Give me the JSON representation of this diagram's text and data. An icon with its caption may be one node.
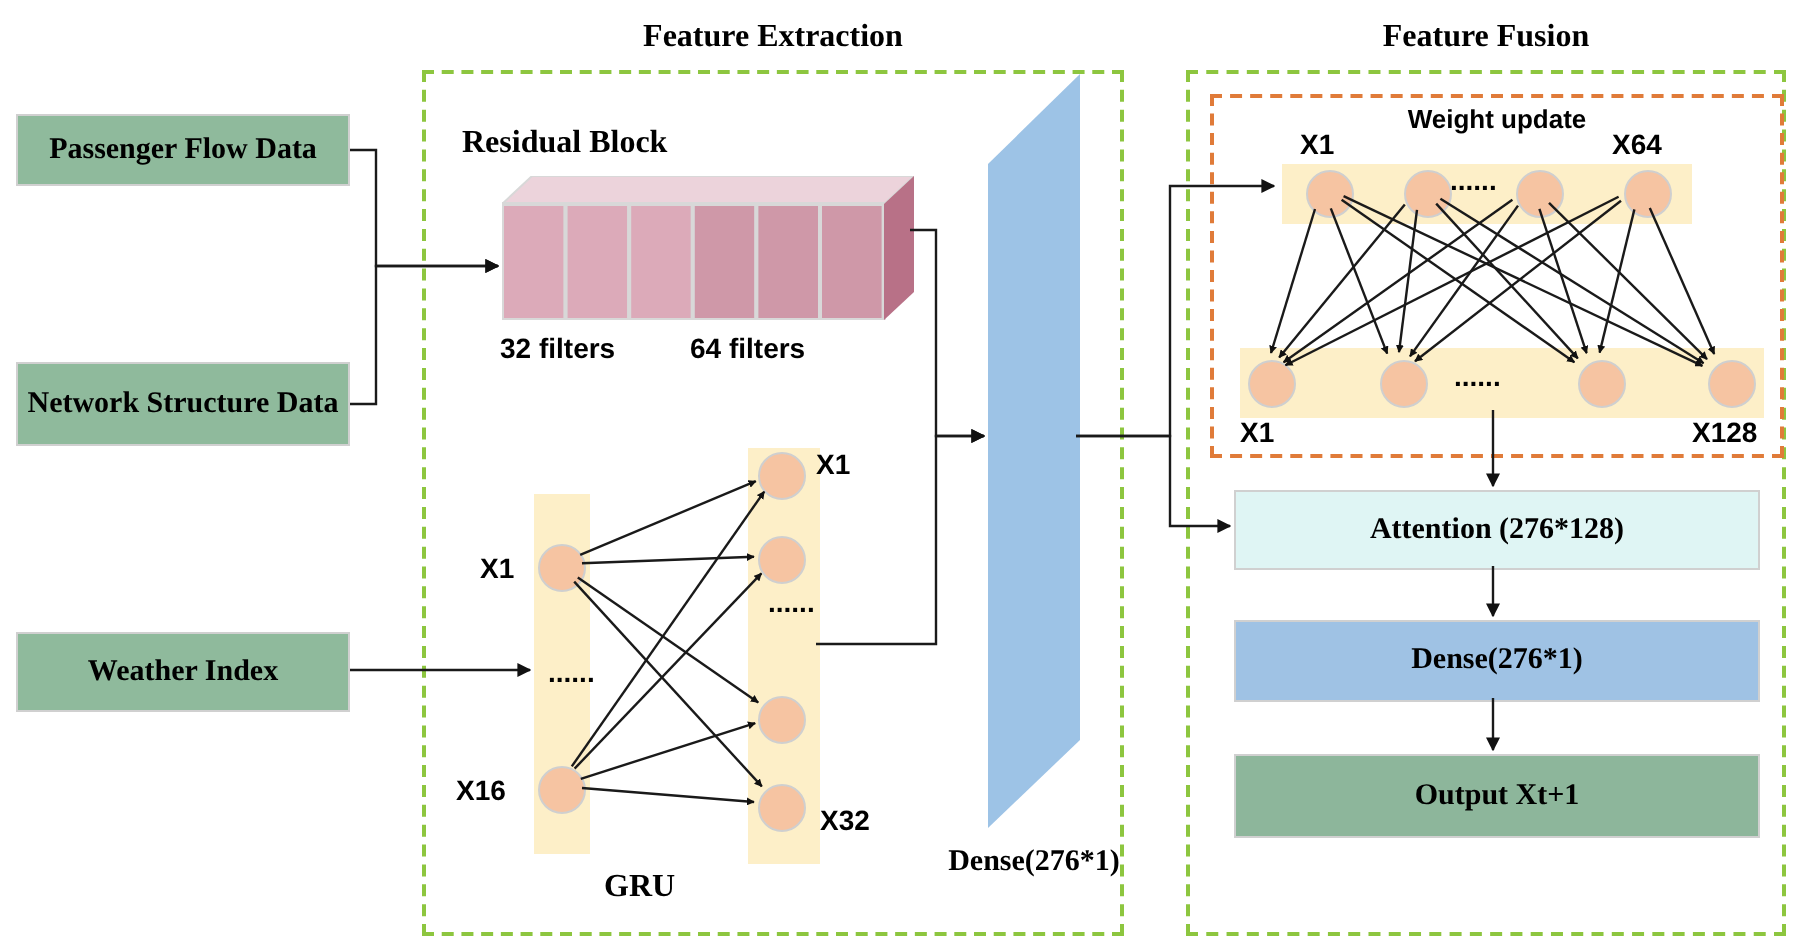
{
  "diagram": {
    "nodes": [
      {
        "text": [
          "Passenger Flow Data"
        ]
      },
      {
        "text": [
          "Network Structure Data"
        ]
      },
      {
        "text": [
          "Weather Index"
        ]
      },
      {
        "text": [
          "Feature Extraction"
        ]
      },
      {
        "text": [
          "Residual Block"
        ],
        "in": 3,
        "beside": [
          "32 filters",
          "64 filters"
        ]
      },
      {
        "text": [],
        "shape": "bar",
        "in": 3
      },
      {
        "text": [],
        "shape": "circle",
        "in": 5,
        "beside": [
          "X1"
        ]
      },
      {
        "text": [],
        "shape": "circle",
        "in": 5,
        "beside": [
          "X16"
        ]
      },
      {
        "text": [],
        "shape": "bar",
        "in": 3
      },
      {
        "text": [],
        "shape": "circle",
        "in": 8,
        "beside": [
          "X1"
        ]
      },
      {
        "text": [],
        "shape": "circle",
        "in": 8
      },
      {
        "text": [],
        "shape": "circle",
        "in": 8
      },
      {
        "text": [],
        "shape": "circle",
        "in": 8,
        "beside": [
          "X32"
        ]
      },
      {
        "text": [
          "Dense(276*1)"
        ],
        "in": 3
      },
      {
        "text": [
          "Feature Fusion"
        ]
      },
      {
        "text": [
          "Weight update"
        ],
        "in": 14
      },
      {
        "text": [],
        "shape": "bar",
        "in": 15
      },
      {
        "text": [],
        "shape": "circle",
        "in": 16,
        "beside": [
          "X1"
        ]
      },
      {
        "text": [],
        "shape": "circle",
        "in": 16
      },
      {
        "text": [],
        "shape": "circle",
        "in": 16
      },
      {
        "text": [],
        "shape": "circle",
        "in": 16,
        "beside": [
          "X64"
        ]
      },
      {
        "text": [],
        "shape": "bar",
        "in": 15
      },
      {
        "text": [],
        "shape": "circle",
        "in": 21,
        "beside": [
          "X1"
        ]
      },
      {
        "text": [],
        "shape": "circle",
        "in": 21
      },
      {
        "text": [],
        "shape": "circle",
        "in": 21
      },
      {
        "text": [],
        "shape": "circle",
        "in": 21,
        "beside": [
          "X128"
        ]
      },
      {
        "text": [
          "Attention (276*128)"
        ],
        "in": 14
      },
      {
        "text": [
          "Dense(276*1)"
        ],
        "in": 14
      },
      {
        "text": [
          "Output Xt+1"
        ],
        "in": 14
      }
    ],
    "edges": [
      {
        "from": 0,
        "to": 4,
        "arrow": "to"
      },
      {
        "from": 1,
        "to": 4,
        "arrow": "to"
      },
      {
        "from": 2,
        "to": 5,
        "arrow": "to"
      },
      {
        "from": 6,
        "to": 9,
        "arrow": "to"
      },
      {
        "from": 6,
        "to": 10,
        "arrow": "to"
      },
      {
        "from": 6,
        "to": 11,
        "arrow": "to"
      },
      {
        "from": 6,
        "to": 12,
        "arrow": "to"
      },
      {
        "from": 7,
        "to": 9,
        "arrow": "to"
      },
      {
        "from": 7,
        "to": 10,
        "arrow": "to"
      },
      {
        "from": 7,
        "to": 11,
        "arrow": "to"
      },
      {
        "from": 7,
        "to": 12,
        "arrow": "to"
      },
      {
        "from": 4,
        "to": 13,
        "arrow": "to"
      },
      {
        "from": 8,
        "to": 13,
        "arrow": "to"
      },
      {
        "from": 13,
        "to": 16,
        "arrow": "to"
      },
      {
        "from": 13,
        "to": 26,
        "arrow": "to"
      },
      {
        "from": 17,
        "to": 22,
        "arrow": "to"
      },
      {
        "from": 17,
        "to": 23,
        "arrow": "to"
      },
      {
        "from": 17,
        "to": 24,
        "arrow": "to"
      },
      {
        "from": 17,
        "to": 25,
        "arrow": "to"
      },
      {
        "from": 18,
        "to": 22,
        "arrow": "to"
      },
      {
        "from": 18,
        "to": 23,
        "arrow": "to"
      },
      {
        "from": 18,
        "to": 24,
        "arrow": "to"
      },
      {
        "from": 18,
        "to": 25,
        "arrow": "to"
      },
      {
        "from": 19,
        "to": 22,
        "arrow": "to"
      },
      {
        "from": 19,
        "to": 23,
        "arrow": "to"
      },
      {
        "from": 19,
        "to": 24,
        "arrow": "to"
      },
      {
        "from": 19,
        "to": 25,
        "arrow": "to"
      },
      {
        "from": 20,
        "to": 22,
        "arrow": "to"
      },
      {
        "from": 20,
        "to": 23,
        "arrow": "to"
      },
      {
        "from": 20,
        "to": 24,
        "arrow": "to"
      },
      {
        "from": 20,
        "to": 25,
        "arrow": "to"
      },
      {
        "from": 21,
        "to": 26,
        "arrow": "to"
      },
      {
        "from": 26,
        "to": 27,
        "arrow": "to"
      },
      {
        "from": 27,
        "to": 28,
        "arrow": "to"
      }
    ],
    "labels": [
      "......",
      "......",
      "......",
      "......",
      "GRU"
    ]
  }
}
